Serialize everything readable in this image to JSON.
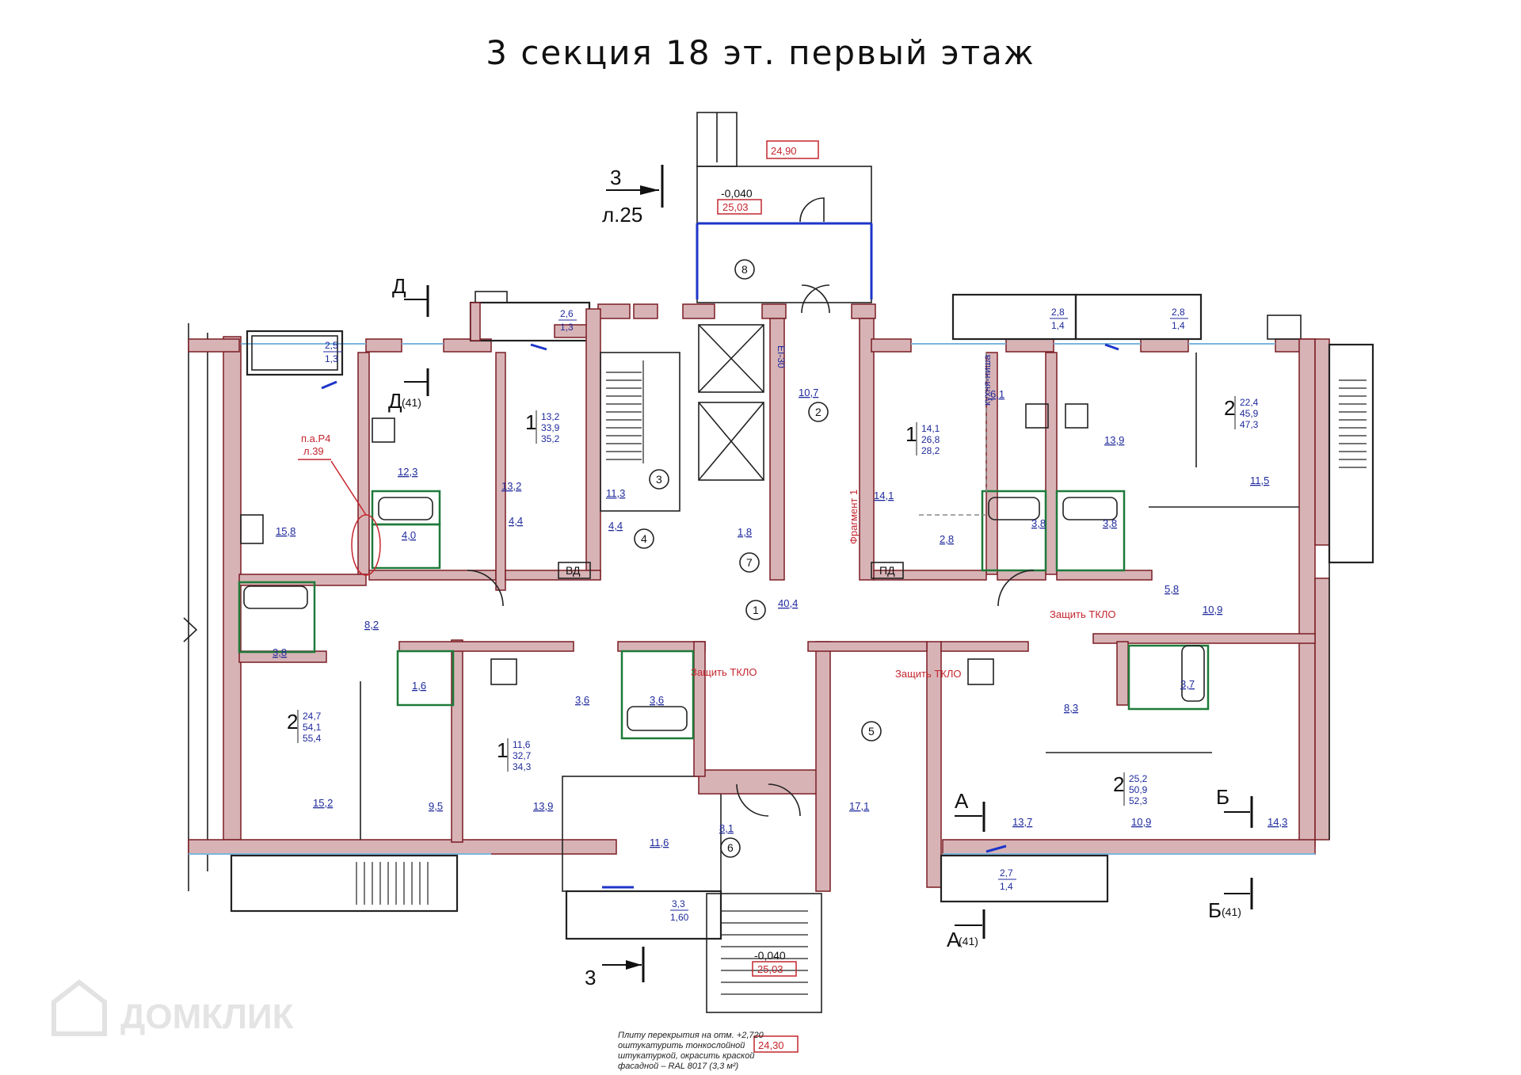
{
  "title": "3 секция 18 эт. первый этаж",
  "watermark": "ДОМКЛИК",
  "level_marks": [
    {
      "value": "-0,040",
      "abs": "25,03"
    },
    {
      "value": "-0,040",
      "abs": "25,03"
    }
  ],
  "elevations": [
    "24,90",
    "24,30"
  ],
  "section_refs": {
    "s3_top_num": "3",
    "s3_top_sheet": "л.25",
    "s3_bottom_num": "3",
    "d_top": "Д",
    "d_second": "Д",
    "d_second_sheet": "(41)",
    "a_top": "А",
    "a_bottom": "А",
    "a_bottom_sheet": "(41)",
    "b_top": "Б",
    "b_bottom": "Б",
    "b_bottom_sheet": "(41)"
  },
  "fragment_label": "Фрагмент 1",
  "pa_note": {
    "line1": "п.а.Р4",
    "line2": "л.39"
  },
  "ei_label": "EI-30",
  "kitchen_niche": "кухня-ниша",
  "protect_labels": [
    "Защить ТКЛО",
    "Защить ТКЛО",
    "Защить ТКЛО"
  ],
  "vd_label": "ВД",
  "pd_label": "ПД",
  "bottom_note": {
    "l1": "Плиту перекрытия на отм. +2,720",
    "l2": "оштукатурить тонкослойной",
    "l3": "штукатуркой, окрасить краской",
    "l4": "фасадной – RAL 8017 (3,3 м²)"
  },
  "common_rooms": [
    "1",
    "2",
    "3",
    "4",
    "5",
    "6",
    "7",
    "8"
  ],
  "apartments": [
    {
      "rooms": "1",
      "living": "13,2",
      "total": "33,9",
      "total_b": "35,2"
    },
    {
      "rooms": "2",
      "living": "24,7",
      "total": "54,1",
      "total_b": "55,4"
    },
    {
      "rooms": "1",
      "living": "11,6",
      "total": "32,7",
      "total_b": "34,3"
    },
    {
      "rooms": "1",
      "living": "14,1",
      "total": "26,8",
      "total_b": "28,2"
    },
    {
      "rooms": "2",
      "living": "22,4",
      "total": "45,9",
      "total_b": "47,3"
    },
    {
      "rooms": "2",
      "living": "25,2",
      "total": "50,9",
      "total_b": "52,3"
    }
  ],
  "balconies": [
    {
      "a": "2,5",
      "b": "1,3"
    },
    {
      "a": "2,6",
      "b": "1,3"
    },
    {
      "a": "2,8",
      "b": "1,4"
    },
    {
      "a": "2,8",
      "b": "1,4"
    },
    {
      "a": "2,7",
      "b": "1,4"
    },
    {
      "a": "3,3",
      "b": "1,60"
    }
  ],
  "room_areas": [
    "12,3",
    "15,8",
    "4,0",
    "4,4",
    "13,2",
    "11,3",
    "4,4",
    "1,8",
    "10,7",
    "40,4",
    "8,2",
    "3,8",
    "1,6",
    "3,6",
    "3,6",
    "15,2",
    "9,5",
    "13,9",
    "11,6",
    "8,1",
    "17,1",
    "14,1",
    "6,1",
    "13,9",
    "11,5",
    "2,8",
    "3,8",
    "3,8",
    "5,8",
    "10,9",
    "8,3",
    "3,7",
    "13,7",
    "10,9",
    "14,3"
  ]
}
